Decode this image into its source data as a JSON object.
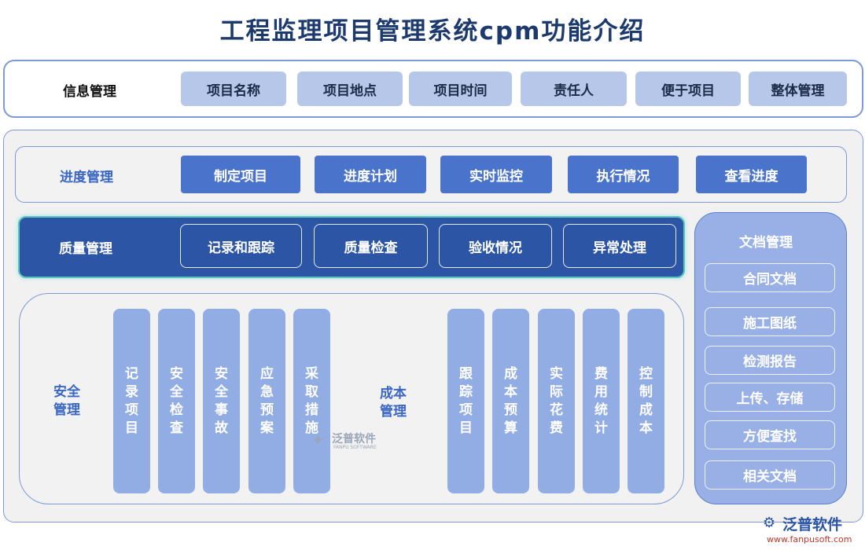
{
  "title": "工程监理项目管理系统cpm功能介绍",
  "info": {
    "label": "信息管理",
    "items": [
      "项目名称",
      "项目地点",
      "项目时间",
      "责任人",
      "便于项目",
      "整体管理"
    ]
  },
  "progress": {
    "label": "进度管理",
    "items": [
      "制定项目",
      "进度计划",
      "实时监控",
      "执行情况",
      "查看进度"
    ]
  },
  "quality": {
    "label": "质量管理",
    "items": [
      "记录和跟踪",
      "质量检查",
      "验收情况",
      "异常处理"
    ]
  },
  "documents": {
    "label": "文档管理",
    "items": [
      "合同文档",
      "施工图纸",
      "检测报告",
      "上传、存储",
      "方便查找",
      "相关文档"
    ]
  },
  "safety": {
    "label_line1": "安全",
    "label_line2": "管理",
    "items": [
      "记录项目",
      "安全检查",
      "安全事故",
      "应急预案",
      "采取措施"
    ]
  },
  "cost": {
    "label_line1": "成本",
    "label_line2": "管理",
    "items": [
      "跟踪项目",
      "成本预算",
      "实际花费",
      "费用统计",
      "控制成本"
    ]
  },
  "watermark": {
    "center_cn": "泛普软件",
    "center_en": "FANPU SOFTWARE",
    "brand_cn": "泛普软件",
    "brand_url": "www.fanpusoft.com"
  },
  "colors": {
    "title": "#1d3a6e",
    "info_pill": "#b6c7ea",
    "progress_pill": "#4a74cc",
    "quality_bg": "#2c55a5",
    "doc_bg": "#98b0e6",
    "column": "#92ace4",
    "label_blue": "#3a66c4"
  }
}
